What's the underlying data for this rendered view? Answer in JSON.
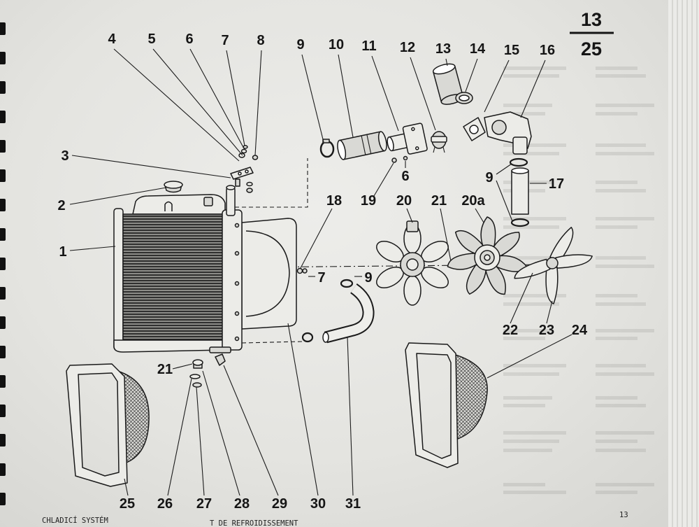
{
  "colors": {
    "paper": "#e4e4e0",
    "ink": "#1a1a1a"
  },
  "page_fraction": {
    "numerator": "13",
    "denominator": "25"
  },
  "callouts": [
    "4",
    "5",
    "6",
    "7",
    "8",
    "9",
    "10",
    "11",
    "12",
    "13",
    "14",
    "15",
    "16",
    "3",
    "2",
    "1",
    "6",
    "19",
    "18",
    "20",
    "21",
    "20a",
    "9",
    "17",
    "7",
    "9",
    "22",
    "23",
    "24",
    "21",
    "25",
    "26",
    "27",
    "28",
    "29",
    "30",
    "31"
  ],
  "footer": {
    "section_title": "CHLADICÍ SYSTÉM",
    "caption_fragment": "T DE REFROIDISSEMENT",
    "page_number": "13"
  }
}
